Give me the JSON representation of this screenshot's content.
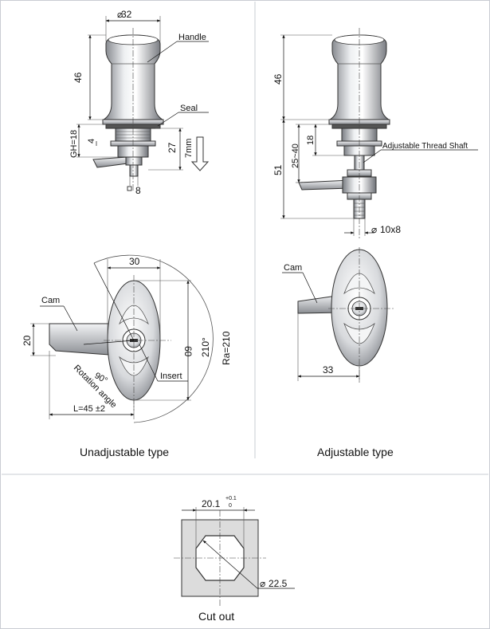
{
  "colors": {
    "background": "#ffffff",
    "panel_border": "#c9ccd3",
    "metal_dark": "#7b7e84",
    "metal_light": "#eef0f2",
    "cutout_fill": "#dcdcdc",
    "line": "#111111"
  },
  "captions": {
    "unadjustable": "Unadjustable type",
    "adjustable": "Adjustable type",
    "cutout": "Cut out"
  },
  "unadjustable_side": {
    "diameter": "32",
    "handle": "Handle",
    "seal": "Seal",
    "height_46": "46",
    "gh": "GH=18",
    "dim_4": "4",
    "dim_27": "27",
    "travel": "7mm",
    "square": "8"
  },
  "adjustable_side": {
    "height_46": "46",
    "dim_51": "51",
    "range": "25~40",
    "dim_18": "18",
    "shaft": "Adjustable Thread Shaft",
    "thread": "10x8"
  },
  "unadjustable_front": {
    "width_30": "30",
    "height_60": "60",
    "angle_210": "210°",
    "radius": "Ra=210",
    "cam": "Cam",
    "dim_20": "20",
    "angle_90": "90°",
    "rotation": "Rotation angle",
    "insert": "Insert",
    "length": "L=45 ±2"
  },
  "adjustable_front": {
    "cam": "Cam",
    "dim_33": "33"
  },
  "cutout": {
    "width": "20.1",
    "tol_upper": "+0.1",
    "tol_lower": "0",
    "diameter": "22.5"
  }
}
